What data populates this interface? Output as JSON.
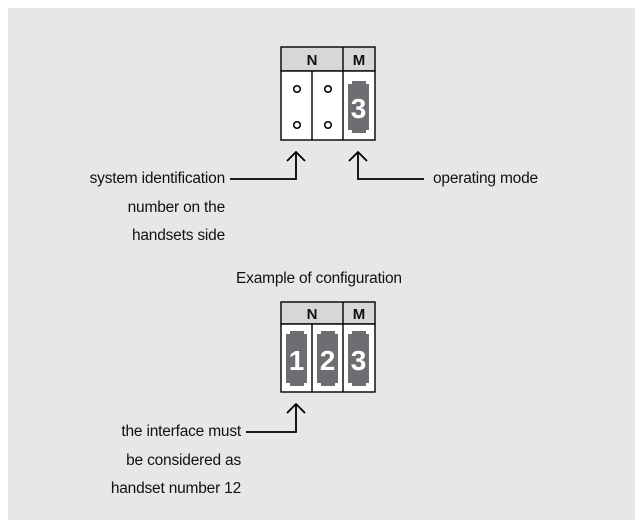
{
  "top_block": {
    "header_n": "N",
    "header_m": "M",
    "mode_digit": "3"
  },
  "callouts": {
    "system_id": [
      "system identification",
      "number on the",
      "handsets side"
    ],
    "operating_mode": "operating mode"
  },
  "example": {
    "title": "Example of configuration",
    "header_n": "N",
    "header_m": "M",
    "digits": [
      "1",
      "2",
      "3"
    ],
    "note": [
      "the interface must",
      "be considered as",
      "handset number 12"
    ]
  },
  "colors": {
    "background": "#e6e7e8",
    "header_fill": "#d6d7d8",
    "selector_fill": "#6d6e71",
    "line": "#000000"
  }
}
